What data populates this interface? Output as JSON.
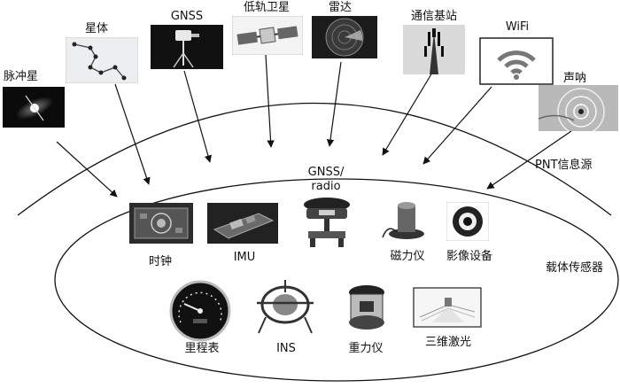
{
  "sources_label": "PNT信息源",
  "carrier_label": "载体传感器",
  "sources": [
    {
      "id": "pulsar",
      "label": "脉冲星"
    },
    {
      "id": "stars",
      "label": "星体"
    },
    {
      "id": "gnss",
      "label": "GNSS"
    },
    {
      "id": "leo",
      "label": "低轨卫星"
    },
    {
      "id": "radar",
      "label": "雷达"
    },
    {
      "id": "cell",
      "label": "通信基站"
    },
    {
      "id": "wifi",
      "label": "WiFi"
    },
    {
      "id": "sonar",
      "label": "声呐"
    }
  ],
  "sensors": [
    {
      "id": "clock",
      "label": "时钟"
    },
    {
      "id": "imu",
      "label": "IMU"
    },
    {
      "id": "gnss_radio",
      "label_line1": "GNSS/",
      "label_line2": "radio"
    },
    {
      "id": "magnetometer",
      "label": "磁力仪"
    },
    {
      "id": "camera",
      "label": "影像设备"
    },
    {
      "id": "odometer",
      "label": "里程表"
    },
    {
      "id": "ins",
      "label": "INS"
    },
    {
      "id": "gravimeter",
      "label": "重力仪"
    },
    {
      "id": "lidar",
      "label": "三维激光"
    }
  ]
}
